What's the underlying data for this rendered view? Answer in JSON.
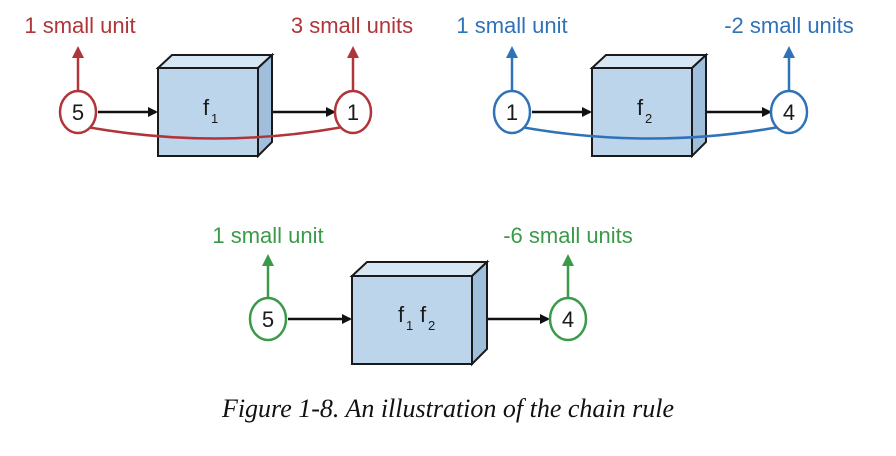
{
  "colors": {
    "red": "#b0353a",
    "blue": "#2f72b8",
    "green": "#3b9a4a",
    "box_front": "#bcd5ea",
    "box_top": "#d6e6f3",
    "box_side": "#9fbfdc",
    "ink": "#1a1a1a"
  },
  "diagram1": {
    "in_label": "1 small unit",
    "out_label": "3 small units",
    "in_value": "5",
    "out_value": "1",
    "fn_name": "f",
    "fn_sub": "1"
  },
  "diagram2": {
    "in_label": "1 small unit",
    "out_label": "-2 small units",
    "in_value": "1",
    "out_value": "4",
    "fn_name": "f",
    "fn_sub": "2"
  },
  "diagram3": {
    "in_label": "1 small unit",
    "out_label": "-6 small units",
    "in_value": "5",
    "out_value": "4",
    "fn_name_a": "f",
    "fn_sub_a": "1",
    "fn_name_b": "f",
    "fn_sub_b": "2"
  },
  "caption": "Figure 1-8. An illustration of the chain rule"
}
